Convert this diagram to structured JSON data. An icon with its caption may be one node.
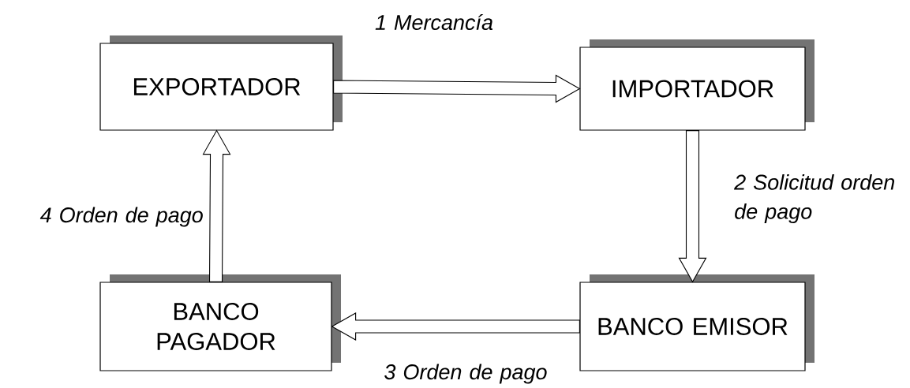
{
  "diagram": {
    "nodes": [
      {
        "text": [
          "EXPORTADOR"
        ]
      },
      {
        "text": [
          "IMPORTADOR"
        ]
      },
      {
        "text": [
          "BANCO PAGADOR"
        ]
      },
      {
        "text": [
          "BANCO EMISOR"
        ]
      }
    ],
    "edges": [
      {
        "from": 0,
        "to": 1,
        "arrow": "to",
        "label": "1 Mercancía"
      },
      {
        "from": 1,
        "to": 3,
        "arrow": "to",
        "label": "2 Solicitud orden de pago"
      },
      {
        "from": 3,
        "to": 2,
        "arrow": "to",
        "label": "3 Orden de pago"
      },
      {
        "from": 2,
        "to": 0,
        "arrow": "to",
        "label": "4 Orden de pago"
      }
    ]
  }
}
